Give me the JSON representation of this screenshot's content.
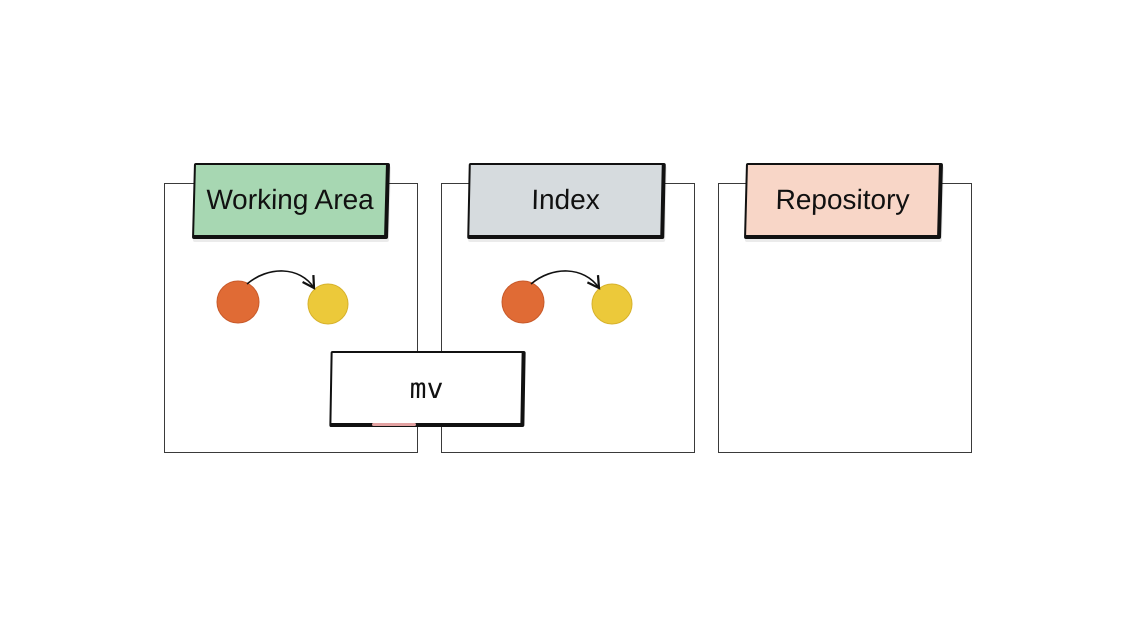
{
  "stages": [
    {
      "label": "Working Area",
      "color": "#a7d7b2"
    },
    {
      "label": "Index",
      "color": "#d6dbde"
    },
    {
      "label": "Repository",
      "color": "#f8d6c7"
    }
  ],
  "command": "mv",
  "dots": {
    "from_color": "#e06b35",
    "to_color": "#ecc93a"
  }
}
